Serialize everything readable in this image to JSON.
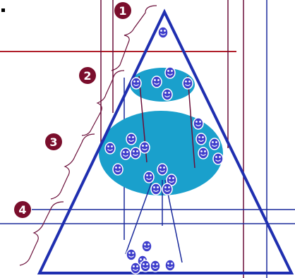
{
  "colors": {
    "background": "#ffffff",
    "triangle": "#1f2fb0",
    "blob_fill": "#1aa0cc",
    "maroon_line": "#6b0f3a",
    "red_line": "#b01e2a",
    "navy_line": "#1a2a9c",
    "badge_fill": "#7a0e2c",
    "smiley_fill": "#3f3fcc",
    "smiley_outline": "#ffffff"
  },
  "badges": [
    {
      "label": "1"
    },
    {
      "label": "2"
    },
    {
      "label": "3"
    },
    {
      "label": "4"
    }
  ],
  "icons": {
    "person": "smiley-face-icon",
    "level_badge": "numbered-circle-icon",
    "bracket": "curly-brace-icon"
  }
}
